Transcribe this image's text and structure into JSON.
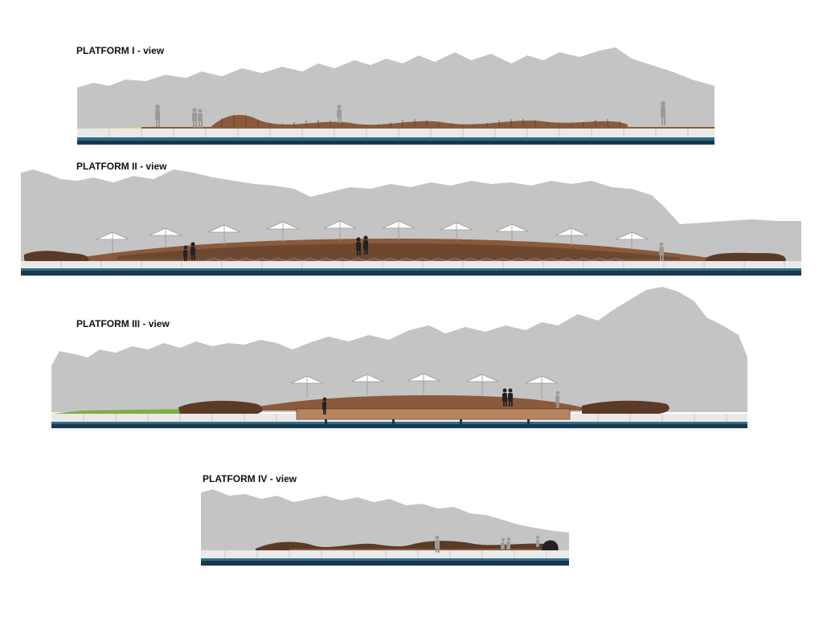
{
  "platforms": [
    {
      "title": "PLATFORM I - view"
    },
    {
      "title": "PLATFORM II - view"
    },
    {
      "title": "PLATFORM III - view"
    },
    {
      "title": "PLATFORM IV - view"
    }
  ],
  "colors": {
    "foliage": "#c4c4c4",
    "deck_wood": "#8a5a3c",
    "deck_dark": "#5b3a26",
    "water": "#17384f",
    "water_light": "#2f6b86",
    "sand": "#e6d56a",
    "grass": "#7fae46",
    "figure": "#9a9a9a",
    "figure_dark": "#222222",
    "parasol": "#ffffff"
  }
}
